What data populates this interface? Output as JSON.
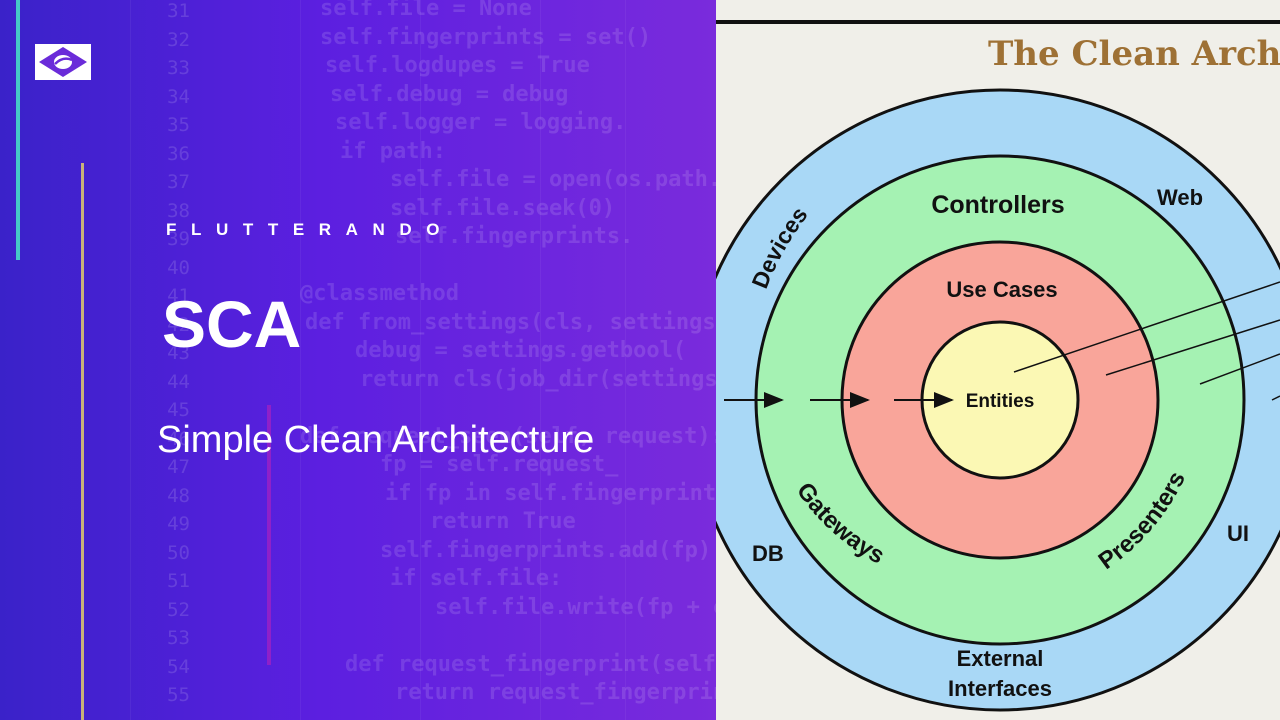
{
  "brand": "FLUTTERANDO",
  "title": "SCA",
  "subtitle": "Simple Clean Architecture",
  "background_code": {
    "line_numbers": [
      "31",
      "32",
      "33",
      "34",
      "35",
      "36",
      "37",
      "38",
      "39",
      "40",
      "41",
      "42",
      "43",
      "44",
      "45",
      "46",
      "47",
      "48",
      "49",
      "50",
      "51",
      "52",
      "53",
      "54",
      "55"
    ],
    "lines": [
      "self.file = None",
      "self.fingerprints = set()",
      "self.logdupes = True",
      "self.debug = debug",
      "self.logger = logging.",
      "if path:",
      "self.file = open(os.path.",
      "self.file.seek(0)",
      "self.fingerprints.",
      "@classmethod",
      "def from_settings(cls, settings):",
      "debug = settings.getbool(",
      "return cls(job_dir(settings),",
      "def request_seen(self, request):",
      "fp = self.request_",
      "if fp in self.fingerprints:",
      "return True",
      "self.fingerprints.add(fp)",
      "if self.file:",
      "self.file.write(fp + os",
      "def request_fingerprint(self,",
      "return request_fingerprint"
    ]
  },
  "diagram": {
    "title": "The Clean Architecture",
    "rings": {
      "outer": {
        "labels": [
          "Devices",
          "Web",
          "DB",
          "UI",
          "External",
          "Interfaces"
        ],
        "color": "#a9d8f6"
      },
      "green": {
        "labels": [
          "Controllers",
          "Gateways",
          "Presenters"
        ],
        "color": "#a5f2b3"
      },
      "red": {
        "labels": [
          "Use Cases"
        ],
        "color": "#f9a59a"
      },
      "core": {
        "labels": [
          "Entities"
        ],
        "color": "#fbf8b4"
      }
    }
  },
  "colors": {
    "panel_gradient_start": "#3a22c9",
    "panel_gradient_end": "#7a2bdc",
    "accent_teal": "#46c8c8",
    "accent_gold": "#c9b27a",
    "accent_magenta": "#8f20c9",
    "title_brown": "#9e7135"
  }
}
